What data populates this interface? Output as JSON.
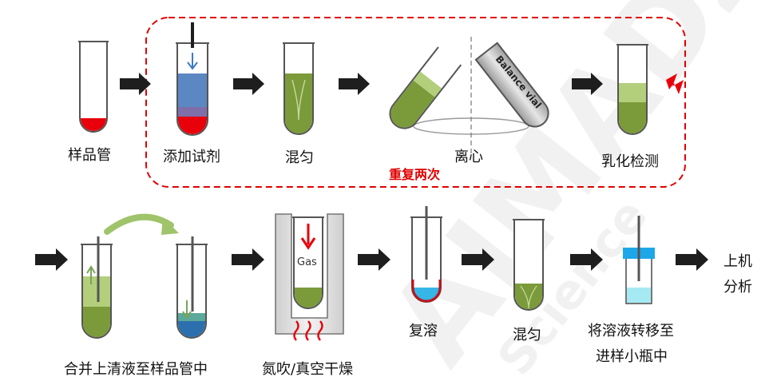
{
  "watermark": {
    "brand": "AIMADZ",
    "tagline": "Science"
  },
  "steps": {
    "sample_tube": "样品管",
    "add_reagent": "添加试剂",
    "mix_1": "混匀",
    "centrifuge": "离心",
    "emulsion_check": "乳化检测",
    "combine_supernatant": "合并上清液至样品管中",
    "dry": "氮吹/真空干燥",
    "redissolve": "复溶",
    "mix_2": "混匀",
    "transfer_line1": "将溶液转移至",
    "transfer_line2": "进样小瓶中",
    "analysis_line1": "上机",
    "analysis_line2": "分析"
  },
  "repeat_note": "重复两次",
  "tube_texts": {
    "gas": "Gas",
    "balance_vial": "Balance vial"
  },
  "colors": {
    "sample": "#e8000b",
    "reagent": "#5b87c3",
    "green": "#7b9b3a",
    "light_green": "#b3cf7c",
    "blue": "#34b6e6",
    "repeat_box": "#e00000"
  }
}
